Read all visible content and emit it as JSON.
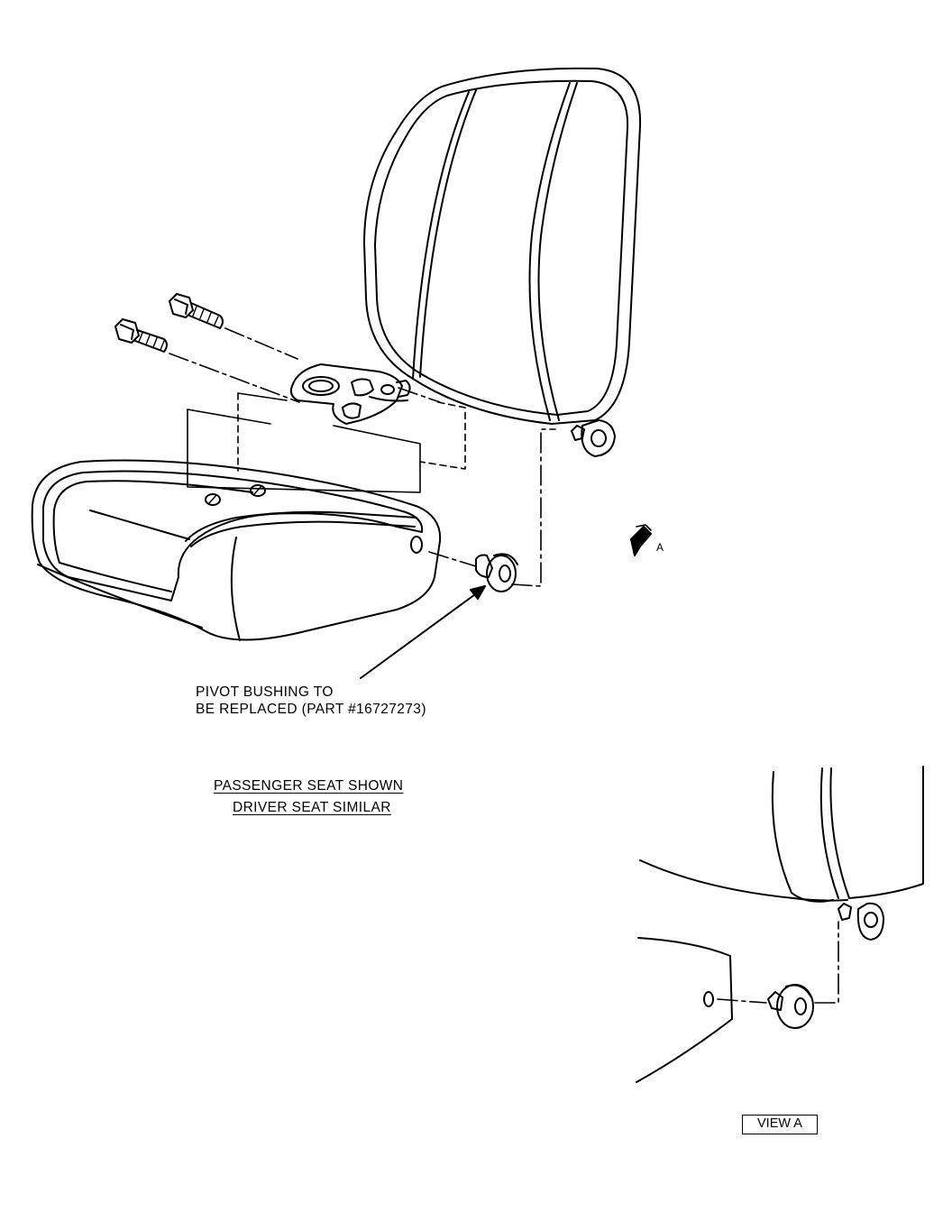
{
  "callout": {
    "line1": "PIVOT  BUSHING TO",
    "line2": "BE REPLACED (PART #16727273)"
  },
  "note": {
    "line1": "PASSENGER SEAT SHOWN",
    "line2": "DRIVER SEAT SIMILAR"
  },
  "view_marker_letter": "A",
  "view_label": "VIEW A",
  "line_color": "#000000"
}
